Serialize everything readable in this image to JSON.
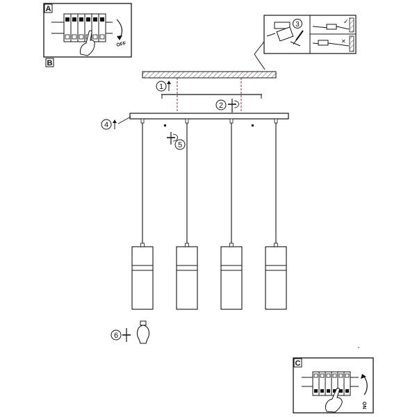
{
  "panels": {
    "a": {
      "letter": "A",
      "switch_label": "OFF"
    },
    "b": {
      "letter": "B"
    },
    "c": {
      "letter": "C",
      "switch_label": "ON"
    }
  },
  "steps": [
    {
      "number": "1",
      "icon": "up-arrow-icon"
    },
    {
      "number": "2",
      "icon": "screwdriver-icon"
    },
    {
      "number": "3",
      "icon": "wire-connection-icon"
    },
    {
      "number": "4",
      "icon": "up-arrow-icon"
    },
    {
      "number": "5",
      "icon": "screwdriver-icon"
    },
    {
      "number": "6",
      "icon": "bulb-icon"
    }
  ],
  "inset_marks": {
    "correct": "✓",
    "wrong": "✕"
  },
  "lamp": {
    "shade_count": 4
  },
  "colors": {
    "line": "#111111",
    "accent": "#b02030",
    "hatch": "#777777"
  }
}
